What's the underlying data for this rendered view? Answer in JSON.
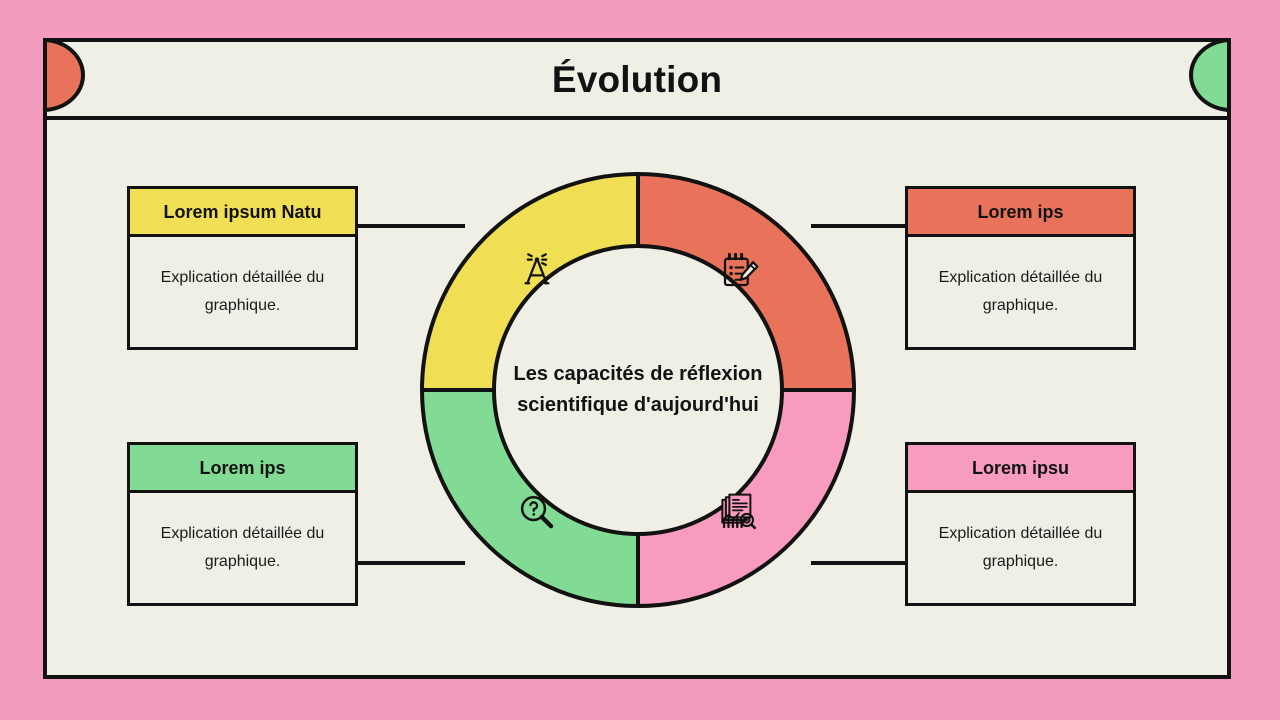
{
  "slide": {
    "background_color": "#F49CBE",
    "panel_color": "#F0EFE6",
    "stroke_color": "#121212"
  },
  "header": {
    "title": "Évolution",
    "left_corner_color": "#E8735A",
    "right_corner_color": "#82DB94",
    "left_corner_icon": "half-circle-left",
    "right_corner_icon": "half-circle-right"
  },
  "donut": {
    "center_text": "Les capacités de réflexion scientifique d'aujourd'hui",
    "segments": [
      {
        "id": "top-right",
        "color": "#E8735A",
        "icon": "notepad-pencil-icon",
        "start_deg": 0,
        "end_deg": 90
      },
      {
        "id": "bottom-right",
        "color": "#F79BBF",
        "icon": "document-chart-search-icon",
        "start_deg": 90,
        "end_deg": 180
      },
      {
        "id": "bottom-left",
        "color": "#82DB94",
        "icon": "magnifier-question-icon",
        "start_deg": 180,
        "end_deg": 270
      },
      {
        "id": "top-left",
        "color": "#F0DE55",
        "icon": "drafting-compass-icon",
        "start_deg": 270,
        "end_deg": 360
      }
    ]
  },
  "cards": [
    {
      "position": "top-left",
      "title": "Lorem ipsum Natu",
      "body": "Explication détaillée du graphique.",
      "header_color": "#F0DE55"
    },
    {
      "position": "top-right",
      "title": "Lorem ips",
      "body": "Explication détaillée du graphique.",
      "header_color": "#E8735A"
    },
    {
      "position": "bottom-left",
      "title": "Lorem ips",
      "body": "Explication détaillée du graphique.",
      "header_color": "#82DB94"
    },
    {
      "position": "bottom-right",
      "title": "Lorem ipsu",
      "body": "Explication détaillée du graphique.",
      "header_color": "#F79BBF"
    }
  ]
}
